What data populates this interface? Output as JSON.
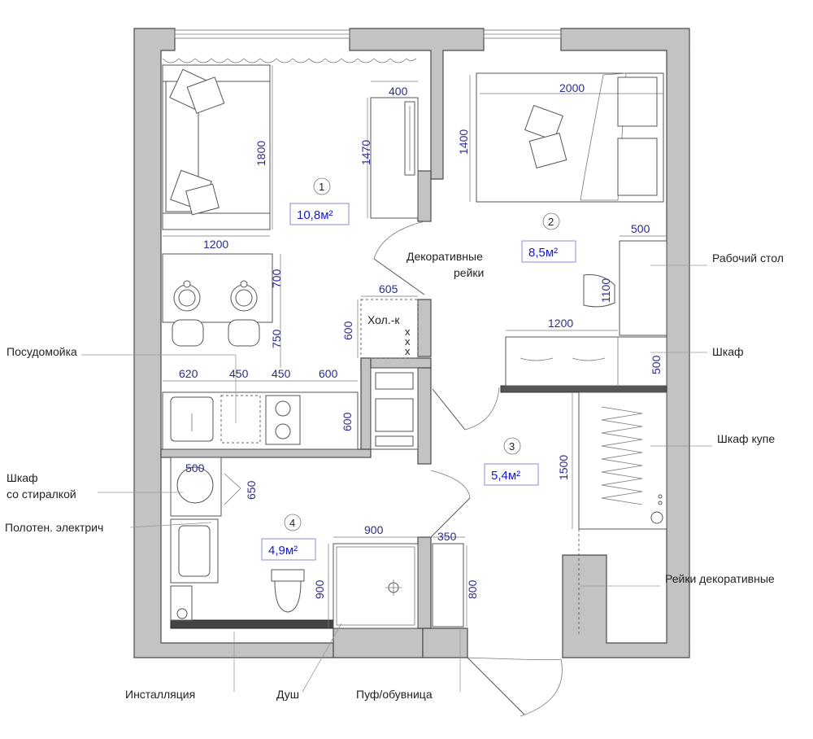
{
  "rooms": [
    {
      "number": "1",
      "area": "10,8м²"
    },
    {
      "number": "2",
      "area": "8,5м²"
    },
    {
      "number": "3",
      "area": "5,4м²"
    },
    {
      "number": "4",
      "area": "4,9м²"
    }
  ],
  "dimensions": {
    "sofa_depth": "1800",
    "sofa_width": "1200",
    "cabinet_width": "400",
    "cabinet_height": "1470",
    "bed_length": "2000",
    "bed_width": "1400",
    "table_depth": "700",
    "chair_depth": "750",
    "wall_opening": "605",
    "fridge_depth": "600",
    "kitchen_1": "620",
    "kitchen_2": "450",
    "kitchen_3": "450",
    "kitchen_4": "600",
    "kitchen_depth": "600",
    "desk_width": "500",
    "desk_length": "1100",
    "wardrobe_length": "1200",
    "wardrobe_depth": "500",
    "closet_length": "1500",
    "washer_width": "500",
    "washer_depth": "650",
    "shower_width": "900",
    "shower_depth": "900",
    "pouf_width": "350",
    "pouf_length": "800"
  },
  "labels": {
    "decorative_slats_line1": "Декоративные",
    "decorative_slats_line2": "рейки",
    "fridge": "Хол.-к",
    "desk": "Рабочий стол",
    "wardrobe": "Шкаф",
    "dishwasher": "Посудомойка",
    "sliding_closet": "Шкаф купе",
    "washer_cabinet_line1": "Шкаф",
    "washer_cabinet_line2": "со стиралкой",
    "towel_heater": "Полотен. электрич",
    "slats_decorative": "Рейки декоративные",
    "installation": "Инсталляция",
    "shower": "Душ",
    "pouf": "Пуф/обувница"
  }
}
